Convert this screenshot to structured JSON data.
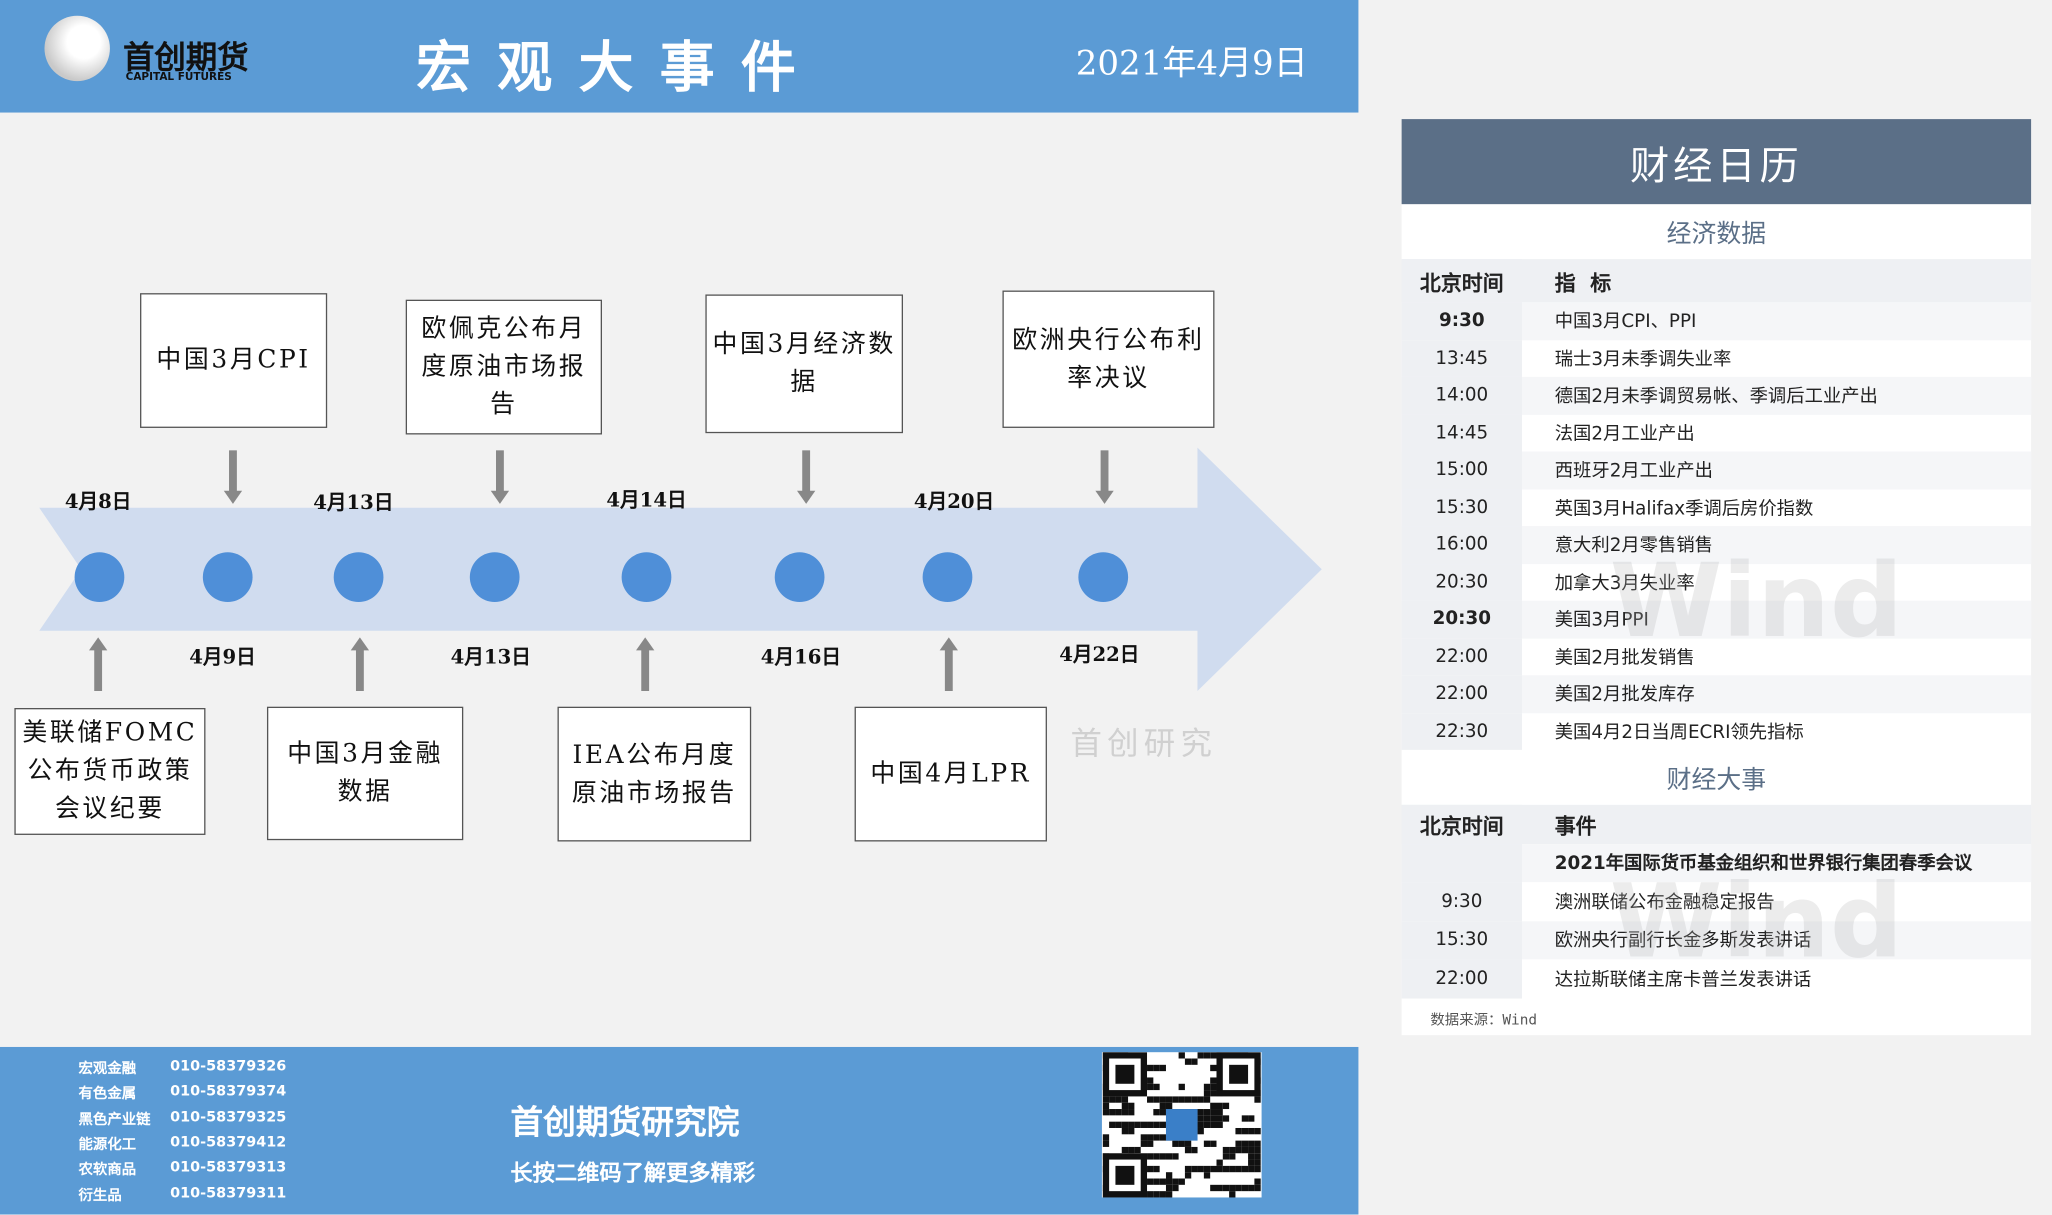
{
  "header": {
    "logo_cn": "首创期货",
    "logo_en": "CAPITAL FUTURES",
    "title": "宏观大事件",
    "date": "2021年4月9日"
  },
  "timeline": {
    "top_dates": [
      "4月8日",
      "4月13日",
      "4月14日",
      "4月20日"
    ],
    "bottom_dates": [
      "4月9日",
      "4月13日",
      "4月16日",
      "4月22日"
    ],
    "top_events": [
      "中国3月CPI",
      "欧佩克公布月度原油市场报告",
      "中国3月经济数据",
      "欧洲央行公布利率决议"
    ],
    "bottom_events": [
      "美联储FOMC公布货币政策会议纪要",
      "中国3月金融数据",
      "IEA公布月度原油市场报告",
      "中国4月LPR"
    ],
    "watermark": "首创研究"
  },
  "calendar": {
    "title": "财经日历",
    "econ_section": "经济数据",
    "econ_headers": [
      "北京时间",
      "指  标"
    ],
    "econ_rows": [
      {
        "time": "9:30",
        "item": "中国3月CPI、PPI"
      },
      {
        "time": "13:45",
        "item": "瑞士3月未季调失业率"
      },
      {
        "time": "14:00",
        "item": "德国2月未季调贸易帐、季调后工业产出"
      },
      {
        "time": "14:45",
        "item": "法国2月工业产出"
      },
      {
        "time": "15:00",
        "item": "西班牙2月工业产出"
      },
      {
        "time": "15:30",
        "item": "英国3月Halifax季调后房价指数"
      },
      {
        "time": "16:00",
        "item": "意大利2月零售销售"
      },
      {
        "time": "20:30",
        "item": "加拿大3月失业率"
      },
      {
        "time": "20:30",
        "item": "美国3月PPI"
      },
      {
        "time": "22:00",
        "item": "美国2月批发销售"
      },
      {
        "time": "22:00",
        "item": "美国2月批发库存"
      },
      {
        "time": "22:30",
        "item": "美国4月2日当周ECRI领先指标"
      }
    ],
    "event_section": "财经大事",
    "event_headers": [
      "北京时间",
      "事件"
    ],
    "event_rows": [
      {
        "time": "",
        "item": "2021年国际货币基金组织和世界银行集团春季会议"
      },
      {
        "time": "9:30",
        "item": "澳洲联储公布金融稳定报告"
      },
      {
        "time": "15:30",
        "item": "欧洲央行副行长金多斯发表讲话"
      },
      {
        "time": "22:00",
        "item": "达拉斯联储主席卡普兰发表讲话"
      }
    ],
    "source": "数据来源：Wind",
    "watermark": "Wind"
  },
  "footer": {
    "contacts": [
      {
        "dept": "宏观金融",
        "phone": "010-58379326"
      },
      {
        "dept": "有色金属",
        "phone": "010-58379374"
      },
      {
        "dept": "黑色产业链",
        "phone": "010-58379325"
      },
      {
        "dept": "能源化工",
        "phone": "010-58379412"
      },
      {
        "dept": "农软商品",
        "phone": "010-58379313"
      },
      {
        "dept": "衍生品",
        "phone": "010-58379311"
      }
    ],
    "institute": "首创期货研究院",
    "slogan": "长按二维码了解更多精彩"
  }
}
